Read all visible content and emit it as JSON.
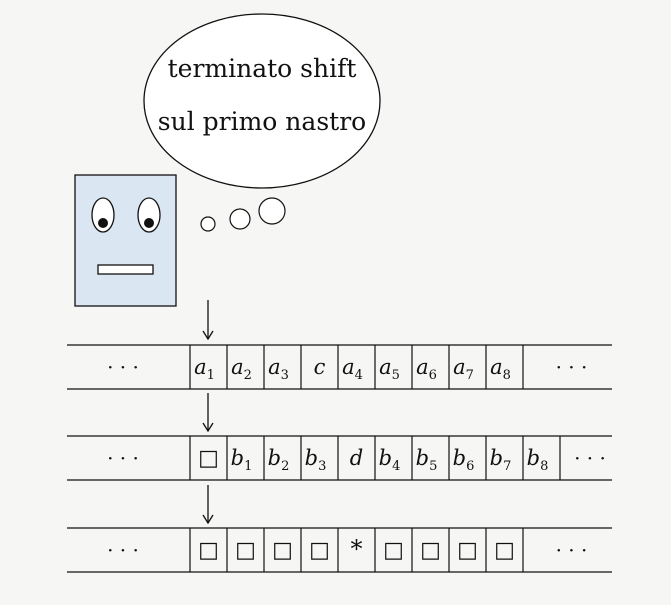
{
  "thought": {
    "line1": "terminato shift",
    "line2": "sul primo nastro"
  },
  "tapes": [
    {
      "left_dots": "· · ·",
      "right_dots": "· · ·",
      "cells": [
        {
          "sym": "a",
          "sub": "1",
          "color": "#111111"
        },
        {
          "sym": "a",
          "sub": "2",
          "color": "#111111"
        },
        {
          "sym": "a",
          "sub": "3",
          "color": "#111111"
        },
        {
          "sym": "c",
          "sub": "",
          "color": "#e01818"
        },
        {
          "sym": "a",
          "sub": "4",
          "color": "#111111"
        },
        {
          "sym": "a",
          "sub": "5",
          "color": "#111111"
        },
        {
          "sym": "a",
          "sub": "6",
          "color": "#111111"
        },
        {
          "sym": "a",
          "sub": "7",
          "color": "#111111"
        },
        {
          "sym": "a",
          "sub": "8",
          "color": "#111111"
        }
      ]
    },
    {
      "left_dots": "· · ·",
      "right_dots": "· · ·",
      "cells": [
        {
          "sym": "□",
          "sub": "",
          "color": "#111111"
        },
        {
          "sym": "b",
          "sub": "1",
          "color": "#111111"
        },
        {
          "sym": "b",
          "sub": "2",
          "color": "#111111"
        },
        {
          "sym": "b",
          "sub": "3",
          "color": "#111111"
        },
        {
          "sym": "d",
          "sub": "",
          "color": "#e01818"
        },
        {
          "sym": "b",
          "sub": "4",
          "color": "#111111"
        },
        {
          "sym": "b",
          "sub": "5",
          "color": "#111111"
        },
        {
          "sym": "b",
          "sub": "6",
          "color": "#111111"
        },
        {
          "sym": "b",
          "sub": "7",
          "color": "#111111"
        },
        {
          "sym": "b",
          "sub": "8",
          "color": "#111111"
        }
      ]
    },
    {
      "left_dots": "· · ·",
      "right_dots": "· · ·",
      "cells": [
        {
          "sym": "□",
          "sub": "",
          "color": "#111111"
        },
        {
          "sym": "□",
          "sub": "",
          "color": "#111111"
        },
        {
          "sym": "□",
          "sub": "",
          "color": "#111111"
        },
        {
          "sym": "□",
          "sub": "",
          "color": "#111111"
        },
        {
          "sym": "*",
          "sub": "",
          "color": "#e01818"
        },
        {
          "sym": "□",
          "sub": "",
          "color": "#111111"
        },
        {
          "sym": "□",
          "sub": "",
          "color": "#111111"
        },
        {
          "sym": "□",
          "sub": "",
          "color": "#111111"
        },
        {
          "sym": "□",
          "sub": "",
          "color": "#111111"
        }
      ]
    }
  ],
  "colors": {
    "robot_fill": "#dbe6f3",
    "highlight": "#e01818"
  }
}
